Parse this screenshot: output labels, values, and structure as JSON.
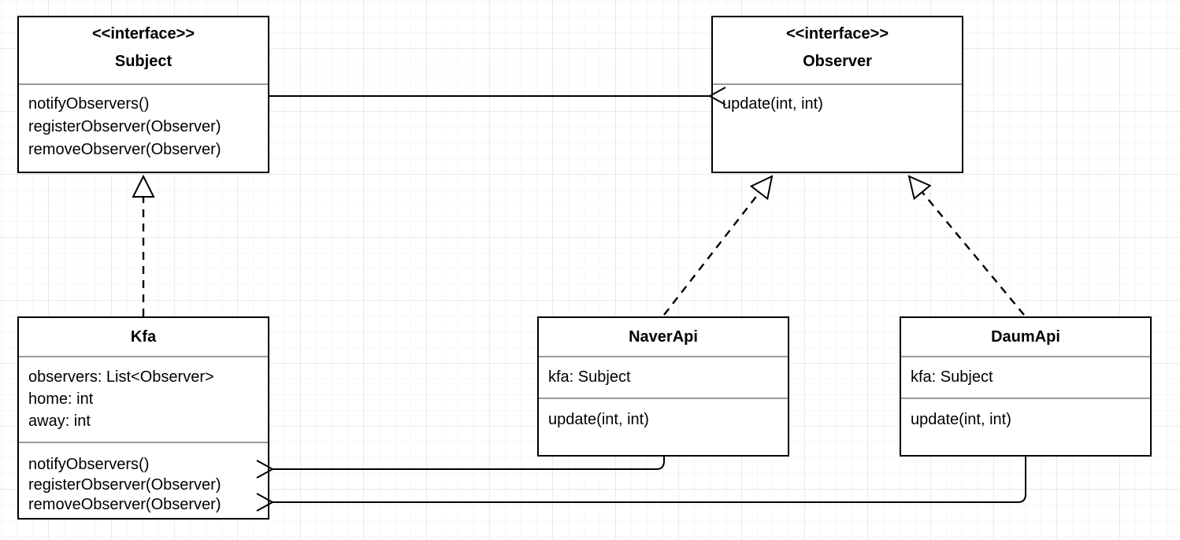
{
  "diagram": {
    "kind": "uml-class-diagram",
    "pattern": "Observer"
  },
  "classes": {
    "subject": {
      "stereotype": "<<interface>>",
      "name": "Subject",
      "attributes": [],
      "methods": [
        "notifyObservers()",
        "registerObserver(Observer)",
        "removeObserver(Observer)"
      ]
    },
    "observer": {
      "stereotype": "<<interface>>",
      "name": "Observer",
      "attributes": [],
      "methods": [
        "update(int, int)"
      ]
    },
    "kfa": {
      "name": "Kfa",
      "attributes": [
        "observers: List<Observer>",
        "home: int",
        "away: int"
      ],
      "methods": [
        "notifyObservers()",
        "registerObserver(Observer)",
        "removeObserver(Observer)"
      ]
    },
    "naverApi": {
      "name": "NaverApi",
      "attributes": [
        "kfa: Subject"
      ],
      "methods": [
        "update(int, int)"
      ]
    },
    "daumApi": {
      "name": "DaumApi",
      "attributes": [
        "kfa: Subject"
      ],
      "methods": [
        "update(int, int)"
      ]
    }
  },
  "relationships": [
    {
      "from": "Subject",
      "to": "Observer",
      "type": "association",
      "line": "solid",
      "arrowhead": "open"
    },
    {
      "from": "Kfa",
      "to": "Subject",
      "type": "realization",
      "line": "dashed",
      "arrowhead": "hollow-triangle"
    },
    {
      "from": "NaverApi",
      "to": "Observer",
      "type": "realization",
      "line": "dashed",
      "arrowhead": "hollow-triangle"
    },
    {
      "from": "DaumApi",
      "to": "Observer",
      "type": "realization",
      "line": "dashed",
      "arrowhead": "hollow-triangle"
    },
    {
      "from": "NaverApi",
      "to": "Kfa",
      "type": "association",
      "line": "solid",
      "arrowhead": "open"
    },
    {
      "from": "DaumApi",
      "to": "Kfa",
      "type": "association",
      "line": "solid",
      "arrowhead": "open"
    }
  ],
  "colors": {
    "box_fill": "#ffffff",
    "box_border": "#000000",
    "compartment_divider": "#999999",
    "edge": "#000000",
    "canvas_bg": "#ffffff",
    "grid_minor": "#f6f6f6",
    "grid_major": "#e9e9e9",
    "text": "#000000"
  }
}
